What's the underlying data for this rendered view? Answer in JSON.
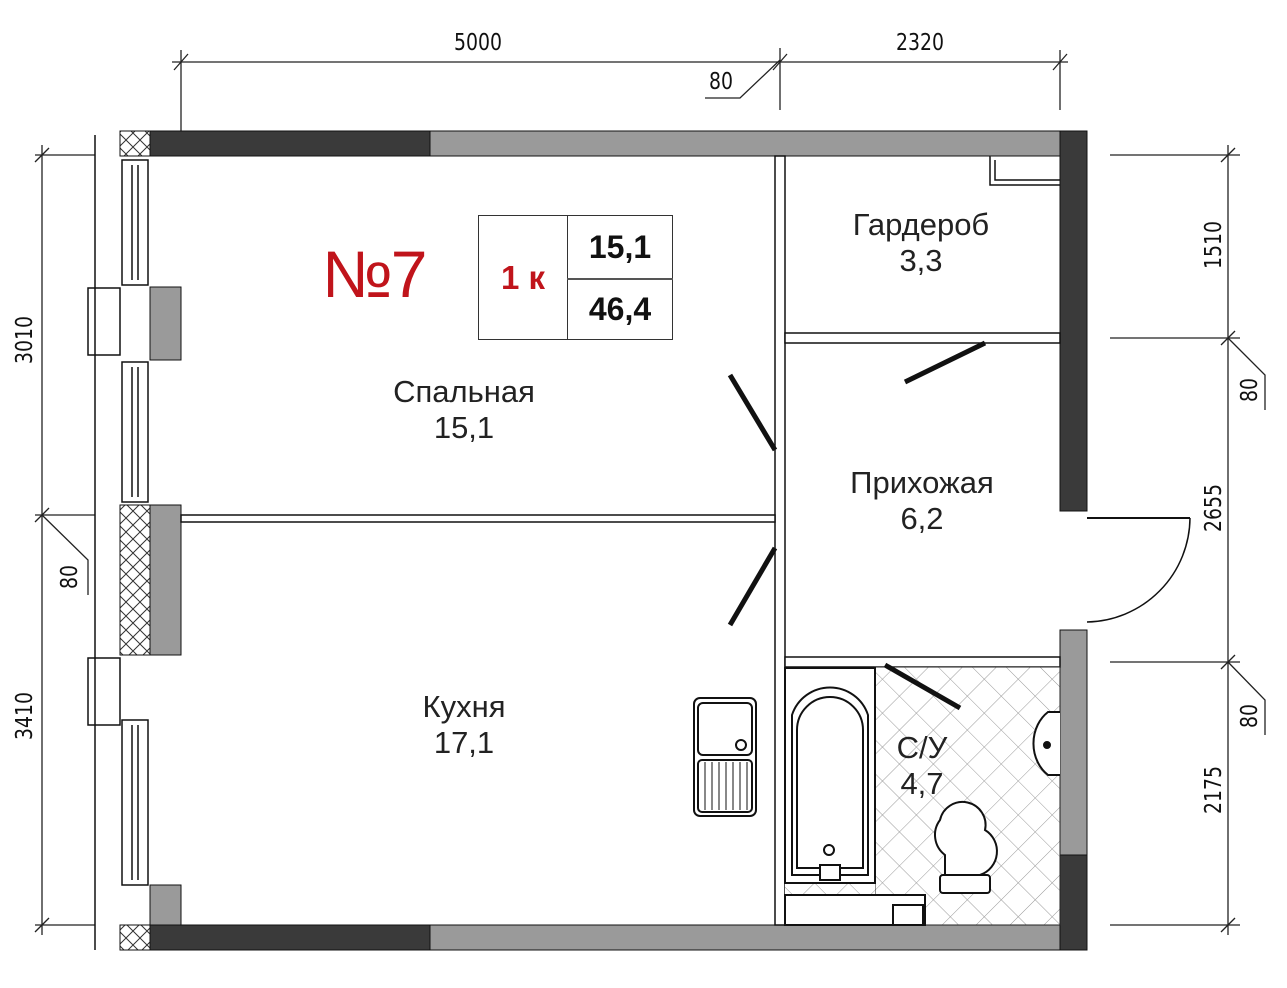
{
  "apartment": {
    "number": "№7",
    "rooms": "1 к",
    "living_area": "15,1",
    "total_area": "46,4"
  },
  "rooms": [
    {
      "name": "Спальная",
      "area": "15,1"
    },
    {
      "name": "Кухня",
      "area": "17,1"
    },
    {
      "name": "Гардероб",
      "area": "3,3"
    },
    {
      "name": "Прихожая",
      "area": "6,2"
    },
    {
      "name": "С/У",
      "area": "4,7"
    }
  ],
  "dimensions": {
    "top": [
      "5000",
      "2320",
      "80"
    ],
    "left": [
      "3010",
      "80",
      "3410"
    ],
    "right": [
      "1510",
      "80",
      "2655",
      "80",
      "2175"
    ]
  },
  "colors": {
    "accent": "#c0141b",
    "wall_dark": "#3a3a3a",
    "wall_gray": "#9a9a9a"
  }
}
